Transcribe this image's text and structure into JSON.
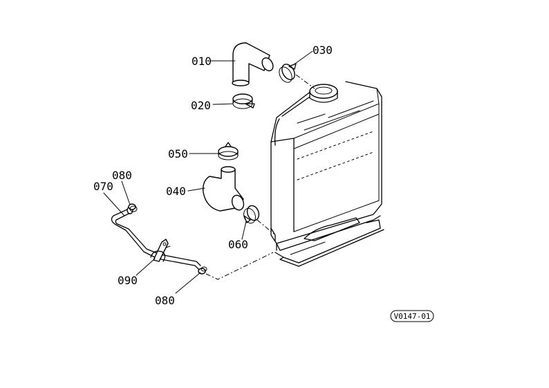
{
  "labels": {
    "p010": "010",
    "p020": "020",
    "p030": "030",
    "p040": "040",
    "p050": "050",
    "p060": "060",
    "p070": "070",
    "p080_top": "080",
    "p080_bottom": "080",
    "p090": "090"
  },
  "reference_code": "V0147-01"
}
